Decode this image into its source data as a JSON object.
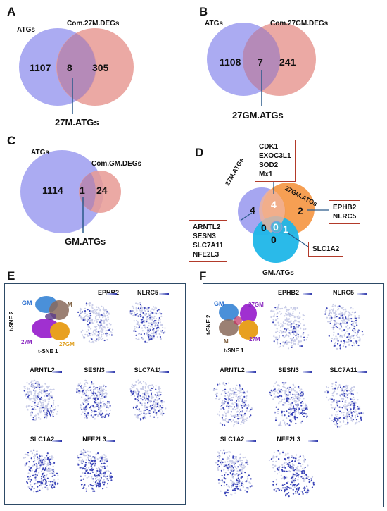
{
  "panels": {
    "A": {
      "letter": "A",
      "left_label": "ATGs",
      "right_label": "Com.27M.DEGs",
      "left_only": "1107",
      "overlap": "8",
      "right_only": "305",
      "callout": "27M.ATGs"
    },
    "B": {
      "letter": "B",
      "left_label": "ATGs",
      "right_label": "Com.27GM.DEGs",
      "left_only": "1108",
      "overlap": "7",
      "right_only": "241",
      "callout": "27GM.ATGs"
    },
    "C": {
      "letter": "C",
      "left_label": "ATGs",
      "right_label": "Com.GM.DEGs",
      "left_only": "1114",
      "overlap": "1",
      "right_only": "24",
      "callout": "GM.ATGs"
    },
    "D": {
      "letter": "D",
      "set1": "27M.ATGs",
      "set2": "27GM.ATGs",
      "set3": "GM.ATGs",
      "n_set1_only": "4",
      "n_set2_only": "2",
      "n_set1_set2": "4",
      "n_set1_set3": "0",
      "n_all": "0",
      "n_set2_set3": "1",
      "n_set3_only": "0",
      "box_top": [
        "CDK1",
        "EXOC3L1",
        "SOD2",
        "Mx1"
      ],
      "box_right": [
        "EPHB2",
        "NLRC5"
      ],
      "box_left": [
        "ARNTL2",
        "SESN3",
        "SLC7A11",
        "NFE2L3"
      ],
      "box_bottom": [
        "SLC1A2"
      ]
    },
    "E": {
      "letter": "E",
      "cluster_labels": [
        "GM",
        "27M",
        "27GM",
        "M"
      ],
      "axis_x": "t-SNE 1",
      "axis_y": "t-SNE 2",
      "genes": [
        "EPHB2",
        "NLRC5",
        "ARNTL2",
        "SESN3",
        "SLC7A11",
        "SLC1A2",
        "NFE2L3"
      ]
    },
    "F": {
      "letter": "F",
      "cluster_labels": [
        "GM",
        "27GM",
        "27M",
        "M"
      ],
      "axis_x": "t-SNE 1",
      "axis_y": "t-SNE 2",
      "genes": [
        "EPHB2",
        "NLRC5",
        "ARNTL2",
        "SESN3",
        "SLC7A11",
        "SLC1A2",
        "NFE2L3"
      ]
    }
  },
  "colors": {
    "purple_set": "#9c9cf0",
    "red_set": "#e89a94",
    "overlap": "#b58ab8",
    "orange_set": "#f59a4a",
    "cyan_set": "#1fb6e8",
    "box_border": "#b23a2a",
    "frame_border": "#2d4a66",
    "expr_low": "#d7dbf5",
    "expr_high": "#2530a8"
  }
}
